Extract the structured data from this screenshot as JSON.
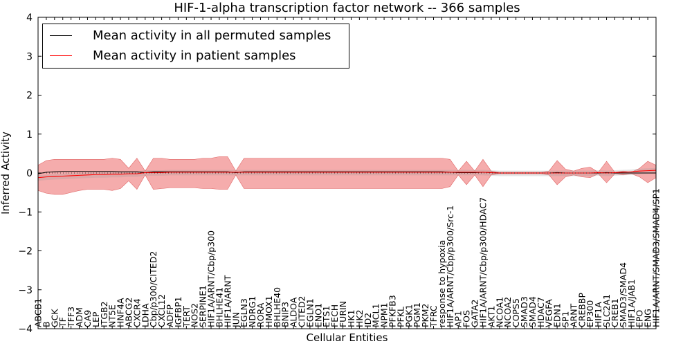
{
  "chart_data": {
    "type": "line",
    "title": "HIF-1-alpha transcription factor network -- 366 samples",
    "xlabel": "Cellular Entities",
    "ylabel": "Inferred Activity",
    "ylim": [
      -4,
      4
    ],
    "yticks": [
      "−4",
      "−3",
      "−2",
      "−1",
      "0",
      "1",
      "2",
      "3",
      "4"
    ],
    "grid": false,
    "legend_position": "top-left",
    "categories": [
      "ABCB1",
      "B",
      "GCK",
      "TF",
      "TFF3",
      "ADM",
      "CA9",
      "LEP",
      "ITGB2",
      "NT5E",
      "HNF4A",
      "ABCG2",
      "CXCR4",
      "LDHA",
      "Cbp/p300/CITED2",
      "CXCL12",
      "ADFP",
      "IGFBP1",
      "TERT",
      "NOS2",
      "SERPINE1",
      "HIF1A/ARNT/Cbp/p300",
      "BHLHE41",
      "HIF1A/ARNT",
      "JUN",
      "EGLN3",
      "NDRG1",
      "RORA",
      "HMOX1",
      "BHLHE40",
      "BNIP3",
      "ALDOA",
      "CITED2",
      "EGLN1",
      "ENO1",
      "ETS1",
      "FECH",
      "FURIN",
      "HK1",
      "HK2",
      "ID2",
      "MCL1",
      "NPM1",
      "PFKFB3",
      "PFKL",
      "PGK1",
      "PGM1",
      "PKM2",
      "TFRC",
      "response to hypoxia",
      "HIF1A/ARNT/Cbp/p300/Src-1",
      "AP1",
      "FOS",
      "GATA2",
      "HIF1A/ARNT/Cbp/p300/HDAC7",
      "AKT1",
      "NCOA1",
      "NCOA2",
      "COPS5",
      "SMAD3",
      "SMAD4",
      "HDAC7",
      "VEGFA",
      "EDN1",
      "SP1",
      "ARNT",
      "CREBBP",
      "EP300",
      "HIF1A",
      "SLC2A1",
      "CREB1",
      "SMAD3/SMAD4",
      "HIF1A/JAB1",
      "EPO",
      "ENG",
      "HIF1A/ARNT/SMAD3/SMAD4/SP1"
    ],
    "series": [
      {
        "name": "Mean activity in all permuted samples",
        "color": "#000000",
        "values": [
          -0.02,
          0.02,
          0.03,
          0.04,
          0.04,
          0.04,
          0.04,
          0.04,
          0.04,
          0.04,
          0.03,
          0.03,
          0.03,
          0.01,
          0.03,
          0.03,
          0.03,
          0.03,
          0.03,
          0.03,
          0.03,
          0.03,
          0.03,
          0.03,
          0.01,
          0.03,
          0.03,
          0.03,
          0.03,
          0.03,
          0.03,
          0.03,
          0.03,
          0.03,
          0.03,
          0.03,
          0.03,
          0.03,
          0.03,
          0.03,
          0.03,
          0.03,
          0.03,
          0.03,
          0.03,
          0.03,
          0.03,
          0.03,
          0.03,
          0.03,
          0.02,
          0.01,
          0.01,
          0.01,
          0.02,
          0.01,
          0.0,
          0.0,
          0.0,
          0.0,
          0.0,
          0.0,
          0.0,
          0.01,
          0.0,
          0.0,
          0.0,
          0.0,
          0.0,
          0.01,
          0.0,
          0.0,
          0.0,
          0.0,
          0.0,
          0.0
        ],
        "band_lower": [
          -0.45,
          -0.52,
          -0.55,
          -0.55,
          -0.5,
          -0.45,
          -0.42,
          -0.42,
          -0.42,
          -0.45,
          -0.4,
          -0.2,
          -0.42,
          -0.05,
          -0.42,
          -0.4,
          -0.38,
          -0.38,
          -0.38,
          -0.38,
          -0.4,
          -0.4,
          -0.42,
          -0.42,
          -0.05,
          -0.4,
          -0.4,
          -0.4,
          -0.4,
          -0.4,
          -0.4,
          -0.4,
          -0.4,
          -0.4,
          -0.4,
          -0.4,
          -0.4,
          -0.4,
          -0.4,
          -0.4,
          -0.4,
          -0.4,
          -0.4,
          -0.4,
          -0.4,
          -0.4,
          -0.4,
          -0.4,
          -0.4,
          -0.4,
          -0.35,
          -0.05,
          -0.3,
          -0.05,
          -0.35,
          -0.05,
          -0.02,
          -0.02,
          -0.02,
          -0.02,
          -0.02,
          -0.02,
          -0.05,
          -0.3,
          -0.1,
          -0.05,
          -0.1,
          -0.12,
          -0.02,
          -0.25,
          -0.02,
          -0.05,
          -0.02,
          -0.1,
          -0.25,
          -0.12
        ],
        "band_upper": [
          0.2,
          0.32,
          0.35,
          0.35,
          0.35,
          0.35,
          0.35,
          0.35,
          0.35,
          0.38,
          0.35,
          0.12,
          0.38,
          0.05,
          0.38,
          0.38,
          0.35,
          0.35,
          0.35,
          0.35,
          0.38,
          0.38,
          0.42,
          0.42,
          0.05,
          0.38,
          0.38,
          0.38,
          0.38,
          0.38,
          0.38,
          0.38,
          0.38,
          0.38,
          0.38,
          0.38,
          0.38,
          0.38,
          0.38,
          0.38,
          0.38,
          0.38,
          0.38,
          0.38,
          0.38,
          0.38,
          0.38,
          0.38,
          0.38,
          0.38,
          0.35,
          0.05,
          0.3,
          0.05,
          0.35,
          0.05,
          0.02,
          0.02,
          0.02,
          0.02,
          0.02,
          0.02,
          0.05,
          0.32,
          0.1,
          0.05,
          0.12,
          0.15,
          0.02,
          0.3,
          0.02,
          0.05,
          0.02,
          0.12,
          0.3,
          0.2
        ]
      },
      {
        "name": "Mean activity in patient samples",
        "color": "#ff0000",
        "values": [
          -0.12,
          -0.1,
          -0.09,
          -0.08,
          -0.07,
          -0.06,
          -0.05,
          -0.04,
          -0.04,
          -0.03,
          -0.03,
          -0.02,
          -0.02,
          0.01,
          0.01,
          0.01,
          0.02,
          0.02,
          0.02,
          0.02,
          0.02,
          0.02,
          0.02,
          0.02,
          0.02,
          0.02,
          0.02,
          0.02,
          0.02,
          0.02,
          0.02,
          0.02,
          0.02,
          0.02,
          0.02,
          0.02,
          0.02,
          0.02,
          0.02,
          0.02,
          0.02,
          0.02,
          0.02,
          0.02,
          0.02,
          0.02,
          0.02,
          0.02,
          0.02,
          0.02,
          0.02,
          0.02,
          0.02,
          0.02,
          0.02,
          0.01,
          0.0,
          0.0,
          0.0,
          0.0,
          0.0,
          0.0,
          0.0,
          0.0,
          0.0,
          0.0,
          0.0,
          0.0,
          0.01,
          0.0,
          0.01,
          0.02,
          0.03,
          0.05,
          0.06,
          0.07
        ]
      }
    ]
  }
}
